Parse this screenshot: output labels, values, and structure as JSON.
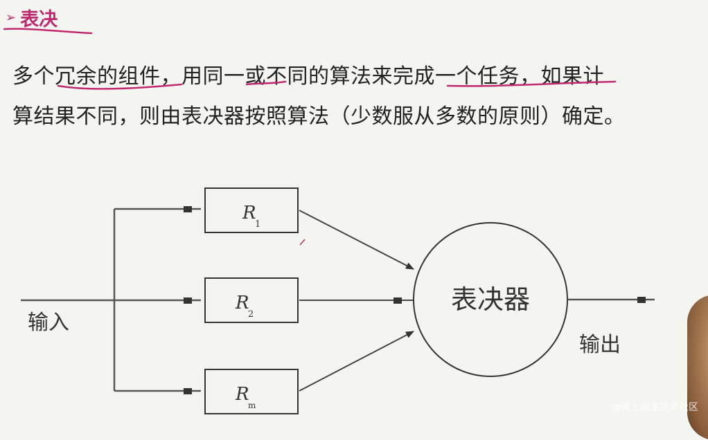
{
  "heading": {
    "marker": "➢",
    "title": "表决"
  },
  "paragraph": {
    "line1": "多个冗余的组件，用同一或不同的算法来完成一个任务，如果计",
    "line2": "算结果不同，则由表决器按照算法（少数服从多数的原则）确定。"
  },
  "diagram": {
    "input_label": "输入",
    "output_label": "输出",
    "voter_label": "表决器",
    "modules": [
      {
        "base": "R",
        "sub": "1"
      },
      {
        "base": "R",
        "sub": "2"
      },
      {
        "base": "R",
        "sub": "m"
      }
    ]
  },
  "watermark": "@稀土掘金技术社区",
  "colors": {
    "accent": "#c0286f",
    "line": "#555555",
    "text": "#222222"
  }
}
